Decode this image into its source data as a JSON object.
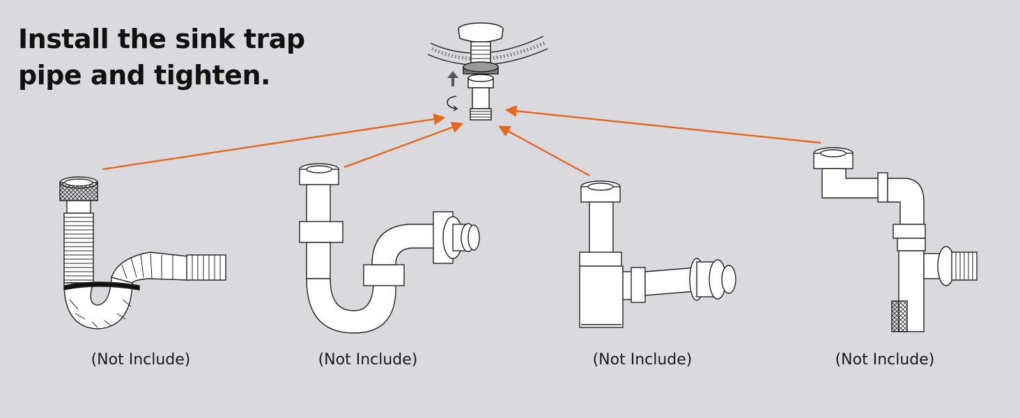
{
  "title": {
    "line1": "Install the sink trap",
    "line2": "pipe and tighten."
  },
  "traps": [
    {
      "name": "flexible-corrugated-trap",
      "caption": "(Not Include)"
    },
    {
      "name": "p-trap",
      "caption": "(Not Include)"
    },
    {
      "name": "bottle-trap",
      "caption": "(Not Include)"
    },
    {
      "name": "space-saving-trap",
      "caption": "(Not Include)"
    }
  ],
  "colors": {
    "background": "#d9d9de",
    "arrow": "#e8661a",
    "line": "#222222",
    "fill": "#ffffff"
  }
}
